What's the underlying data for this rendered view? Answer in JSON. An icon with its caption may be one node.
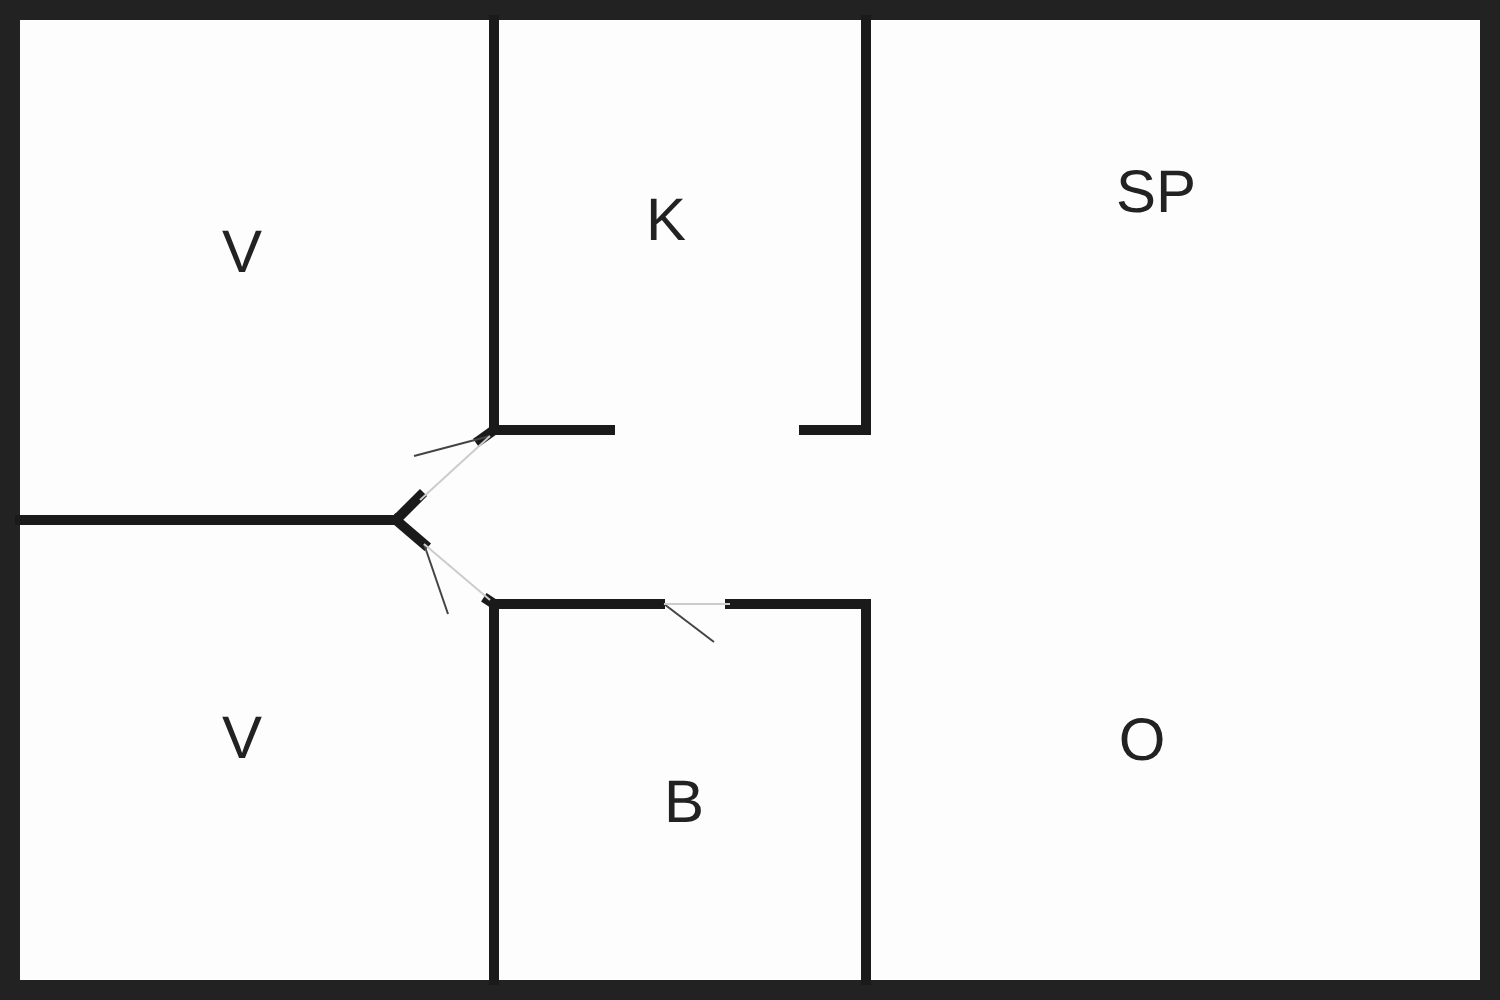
{
  "diagram": {
    "labels": [
      "V",
      "K",
      "SP",
      "V",
      "B",
      "O"
    ]
  }
}
